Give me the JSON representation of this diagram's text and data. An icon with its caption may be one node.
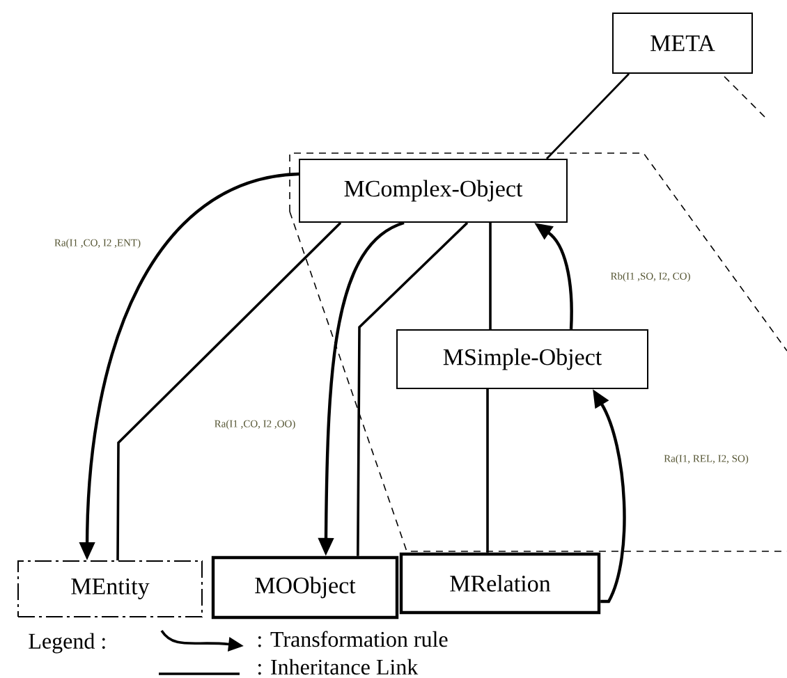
{
  "diagram": {
    "nodes": [
      {
        "text": [
          "META"
        ]
      },
      {
        "text": [
          "MComplex-Object"
        ]
      },
      {
        "text": [
          "MSimple-Object"
        ]
      },
      {
        "text": [
          "MEntity"
        ]
      },
      {
        "text": [
          "MOObject"
        ]
      },
      {
        "text": [
          "MRelation"
        ]
      }
    ],
    "edges": [
      {
        "from": 0,
        "to": 1,
        "arrow": "none"
      },
      {
        "from": 1,
        "to": 3,
        "arrow": "none"
      },
      {
        "from": 1,
        "to": 4,
        "arrow": "none"
      },
      {
        "from": 1,
        "to": 2,
        "arrow": "none"
      },
      {
        "from": 2,
        "to": 5,
        "arrow": "none"
      },
      {
        "from": 1,
        "to": 3,
        "arrow": "to",
        "label": "Ra(I1 ,CO, I2 ,ENT)"
      },
      {
        "from": 1,
        "to": 4,
        "arrow": "to",
        "label": "Ra(I1 ,CO, I2 ,OO)"
      },
      {
        "from": 2,
        "to": 1,
        "arrow": "to",
        "label": "Rb(I1 ,SO, I2, CO)"
      },
      {
        "from": 5,
        "to": 2,
        "arrow": "to",
        "label": "Ra(I1, REL, I2, SO)"
      }
    ],
    "labels": [
      "Legend :"
    ],
    "legend": [
      {
        "text": ": Transformation rule"
      },
      {
        "text": ": Inheritance Link"
      }
    ]
  }
}
